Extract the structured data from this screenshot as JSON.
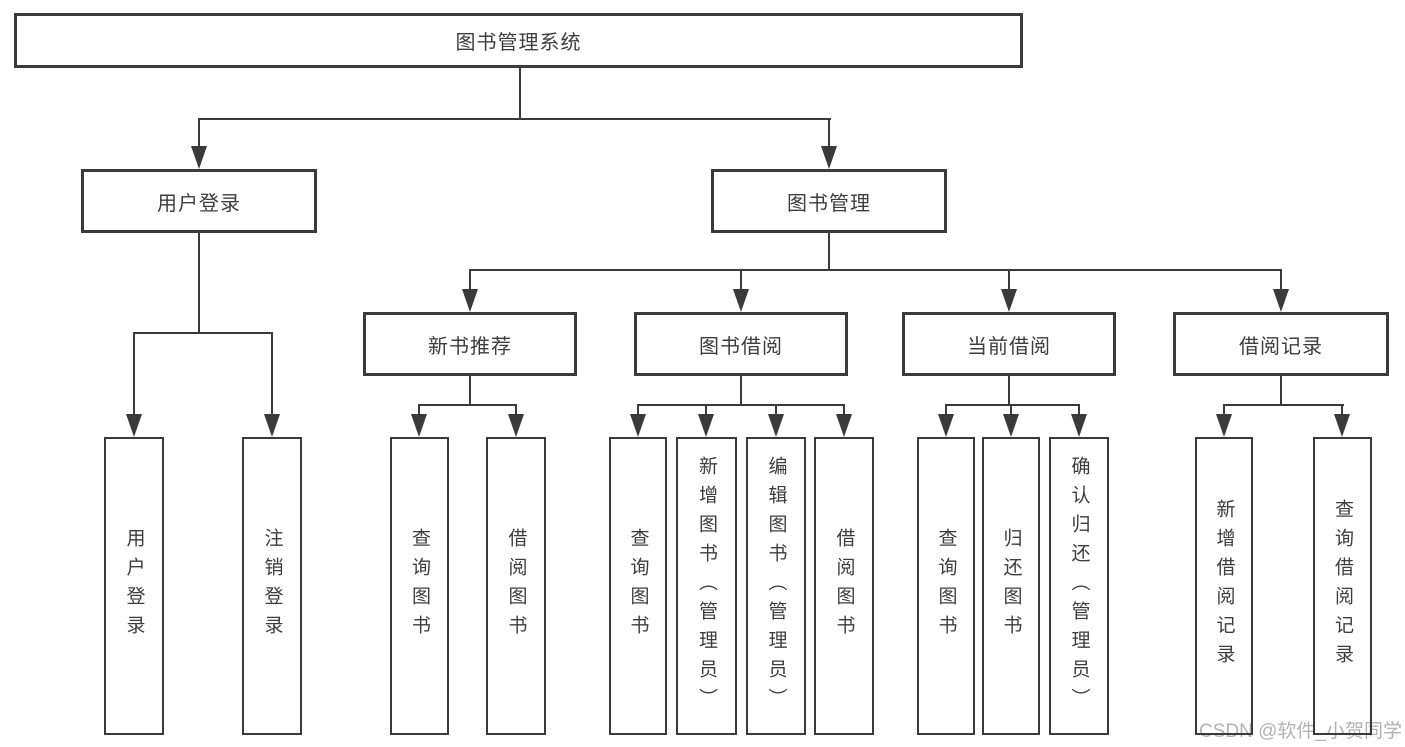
{
  "colors": {
    "line": "#3a3a3a",
    "text": "#3d3d3d",
    "watermark": "#b3b3b3"
  },
  "watermark": {
    "text": "CSDN @软件_小贺同学"
  },
  "tree": {
    "root": {
      "label": "图书管理系统",
      "children": [
        {
          "label": "用户登录",
          "children": [
            {
              "label": "用户登录"
            },
            {
              "label": "注销登录"
            }
          ]
        },
        {
          "label": "图书管理",
          "children": [
            {
              "label": "新书推荐",
              "children": [
                {
                  "label": "查询图书"
                },
                {
                  "label": "借阅图书"
                }
              ]
            },
            {
              "label": "图书借阅",
              "children": [
                {
                  "label": "查询图书"
                },
                {
                  "label": "新增图书（管理员）"
                },
                {
                  "label": "编辑图书（管理员）"
                },
                {
                  "label": "借阅图书"
                }
              ]
            },
            {
              "label": "当前借阅",
              "children": [
                {
                  "label": "查询图书"
                },
                {
                  "label": "归还图书"
                },
                {
                  "label": "确认归还（管理员）"
                }
              ]
            },
            {
              "label": "借阅记录",
              "children": [
                {
                  "label": "新增借阅记录"
                },
                {
                  "label": "查询借阅记录"
                }
              ]
            }
          ]
        }
      ]
    }
  }
}
